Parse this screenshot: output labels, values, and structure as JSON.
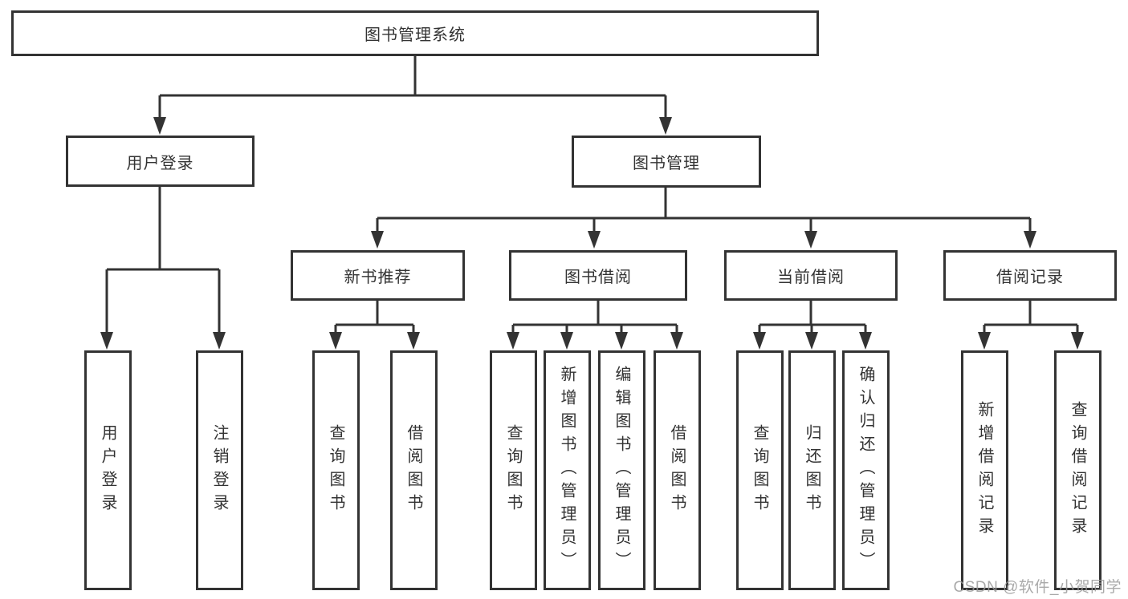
{
  "colors": {
    "line": "#333333",
    "text": "#333333",
    "box_bg": "#ffffff",
    "page_bg": "#ffffff",
    "watermark": "#9b9b9b"
  },
  "watermark": {
    "text": "CSDN @软件_小贺同学"
  },
  "tree": {
    "root": {
      "label": "图书管理系统",
      "children": [
        {
          "label": "用户登录",
          "children": [
            {
              "label": "用户登录"
            },
            {
              "label": "注销登录"
            }
          ]
        },
        {
          "label": "图书管理",
          "children": [
            {
              "label": "新书推荐",
              "children": [
                {
                  "label": "查询图书"
                },
                {
                  "label": "借阅图书"
                }
              ]
            },
            {
              "label": "图书借阅",
              "children": [
                {
                  "label": "查询图书"
                },
                {
                  "label": "新增图书（管理员）"
                },
                {
                  "label": "编辑图书（管理员）"
                },
                {
                  "label": "借阅图书"
                }
              ]
            },
            {
              "label": "当前借阅",
              "children": [
                {
                  "label": "查询图书"
                },
                {
                  "label": "归还图书"
                },
                {
                  "label": "确认归还（管理员）"
                }
              ]
            },
            {
              "label": "借阅记录",
              "children": [
                {
                  "label": "新增借阅记录"
                },
                {
                  "label": "查询借阅记录"
                }
              ]
            }
          ]
        }
      ]
    }
  }
}
